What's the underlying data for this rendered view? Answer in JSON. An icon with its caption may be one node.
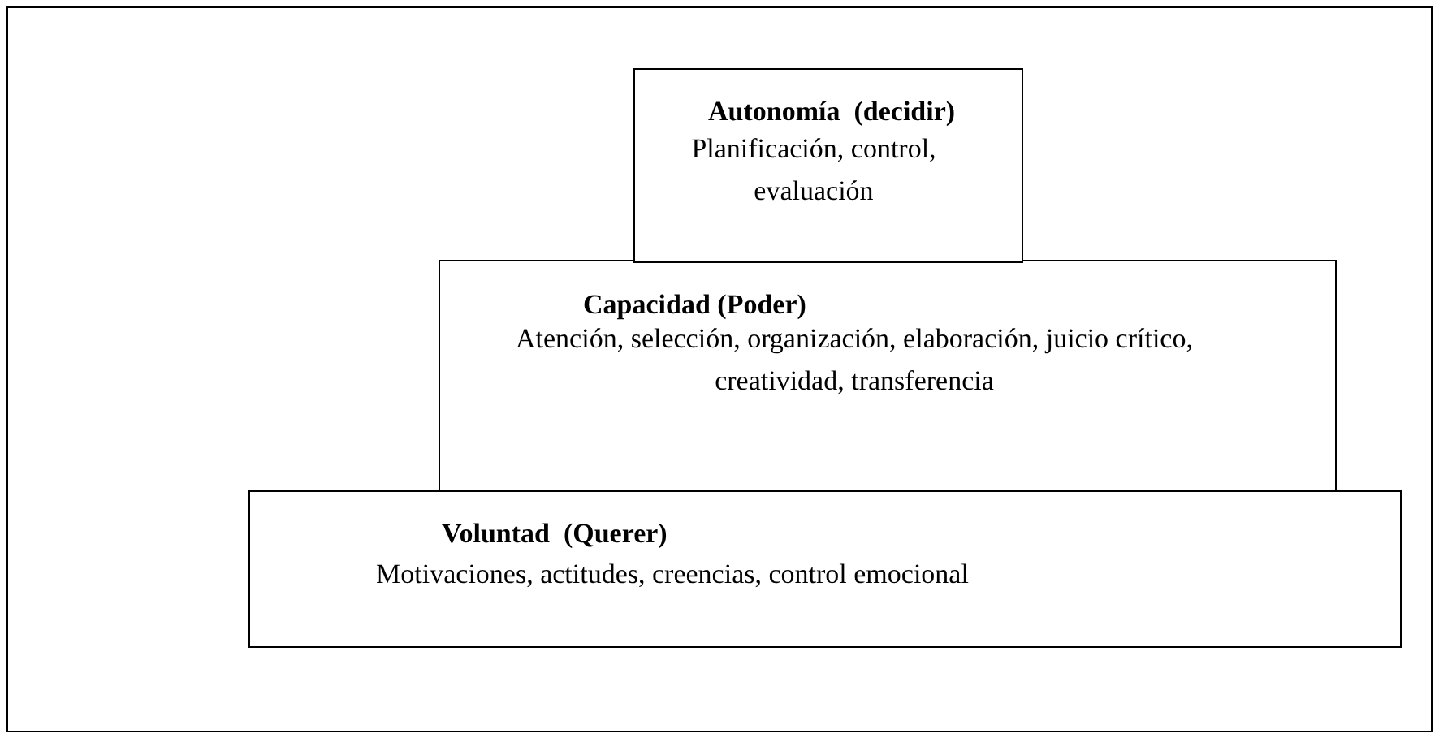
{
  "diagram": {
    "nodes": [
      {
        "text": [
          "Autonomía  (decidir)",
          "Planificación, control, evaluación"
        ]
      },
      {
        "text": [
          "Capacidad (Poder)",
          "Atención, selección, organización, elaboración, juicio crítico, creatividad, transferencia"
        ]
      },
      {
        "text": [
          "Voluntad  (Querer)",
          "Motivaciones, actitudes, creencias, control emocional"
        ]
      }
    ]
  }
}
